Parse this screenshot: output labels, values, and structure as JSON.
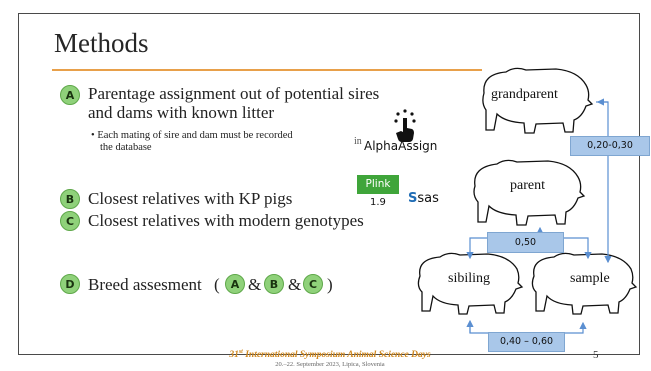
{
  "slide": {
    "title": "Methods",
    "items": [
      {
        "badge": "A",
        "text_line1": "Parentage assignment out of potential sires",
        "text_line2": "and dams with known litter"
      },
      {
        "badge": "B",
        "text": "Closest relatives with KP pigs"
      },
      {
        "badge": "C",
        "text": "Closest relatives with modern genotypes"
      },
      {
        "badge": "D",
        "text": "Breed assesment"
      }
    ],
    "bullet_line1": "Each mating of sire and dam must be recorded",
    "bullet_line2": "the database",
    "bullet_in": "in",
    "d_open": "(",
    "d_amp1": "&",
    "d_amp2": "&",
    "d_close": ")",
    "d_badges": [
      "A",
      "B",
      "C"
    ],
    "alphaassign_label": "AlphaAssign",
    "plink_label": "Plink",
    "plink_version": "1.9",
    "sas_label": "sas",
    "pigs": {
      "grandparent": "grandparent",
      "parent": "parent",
      "sibling": "sibiling",
      "sample": "sample"
    },
    "relations": {
      "grandparent_sample": "0,20-0,30",
      "parent_sample": "0,50",
      "sibling_sample": "0,40 – 0,60"
    },
    "footer_line1_prefix": "31",
    "footer_line1_sup": "st",
    "footer_line1_rest": " International Symposium Animal Science Days",
    "footer_line2": "20.–22. September 2023, Lipica, Slovenia",
    "page_number": "5"
  },
  "colors": {
    "accent_rule": "#e8a04a",
    "badge_green": "#8fd17a",
    "relation_box": "#a9c7e9",
    "arrow": "#5b8fd1",
    "footer": "#d0881e",
    "plink_green": "#3fa53a"
  },
  "icons": [
    "tap-gesture-icon",
    "pig-outline-icon"
  ]
}
